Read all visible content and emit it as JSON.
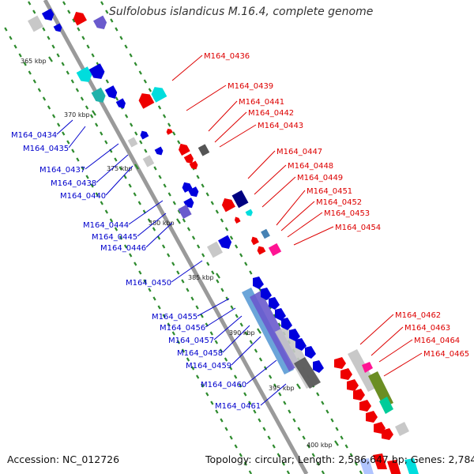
{
  "title": "Sulfolobus islandicus M.16.4, complete genome",
  "footer": {
    "accession": "Accession: NC_012726",
    "topology": "Topology: circular; Length: 2,586,647 bp; Genes: 2,784"
  },
  "colors": {
    "backbone": "#9a9a9a",
    "tick_green": "#2e8b2e",
    "label_red": "#dd0000",
    "label_blue": "#0000cc"
  },
  "kbp_labels": [
    "365 kbp",
    "370 kbp",
    "375 kbp",
    "380 kbp",
    "385 kbp",
    "390 kbp",
    "395 kbp",
    "400 kbp"
  ],
  "right_labels": [
    "M164_0436",
    "M164_0439",
    "M164_0441",
    "M164_0442",
    "M164_0443",
    "M164_0447",
    "M164_0448",
    "M164_0449",
    "M164_0451",
    "M164_0452",
    "M164_0453",
    "M164_0454",
    "M164_0462",
    "M164_0463",
    "M164_0464",
    "M164_0465"
  ],
  "left_labels": [
    "M164_0434",
    "M164_0435",
    "M164_0437",
    "M164_0438",
    "M164_0440",
    "M164_0444",
    "M164_0445",
    "M164_0446",
    "M164_0450",
    "M164_0455",
    "M164_0456",
    "M164_0457",
    "M164_0458",
    "M164_0459",
    "M164_0460",
    "M164_0461"
  ]
}
